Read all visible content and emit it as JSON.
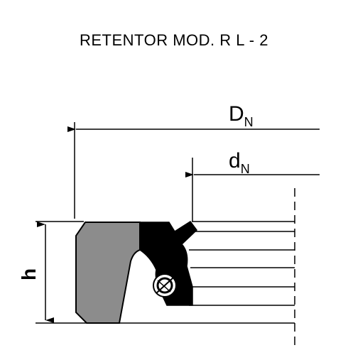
{
  "title": "RETENTOR  MOD. R L - 2",
  "labels": {
    "outer_diameter": "D",
    "outer_diameter_sub": "N",
    "inner_diameter": "d",
    "inner_diameter_sub": "N",
    "height": "h"
  },
  "colors": {
    "seal_body": "#8c8c8c",
    "lip": "#000000",
    "line": "#000000"
  }
}
